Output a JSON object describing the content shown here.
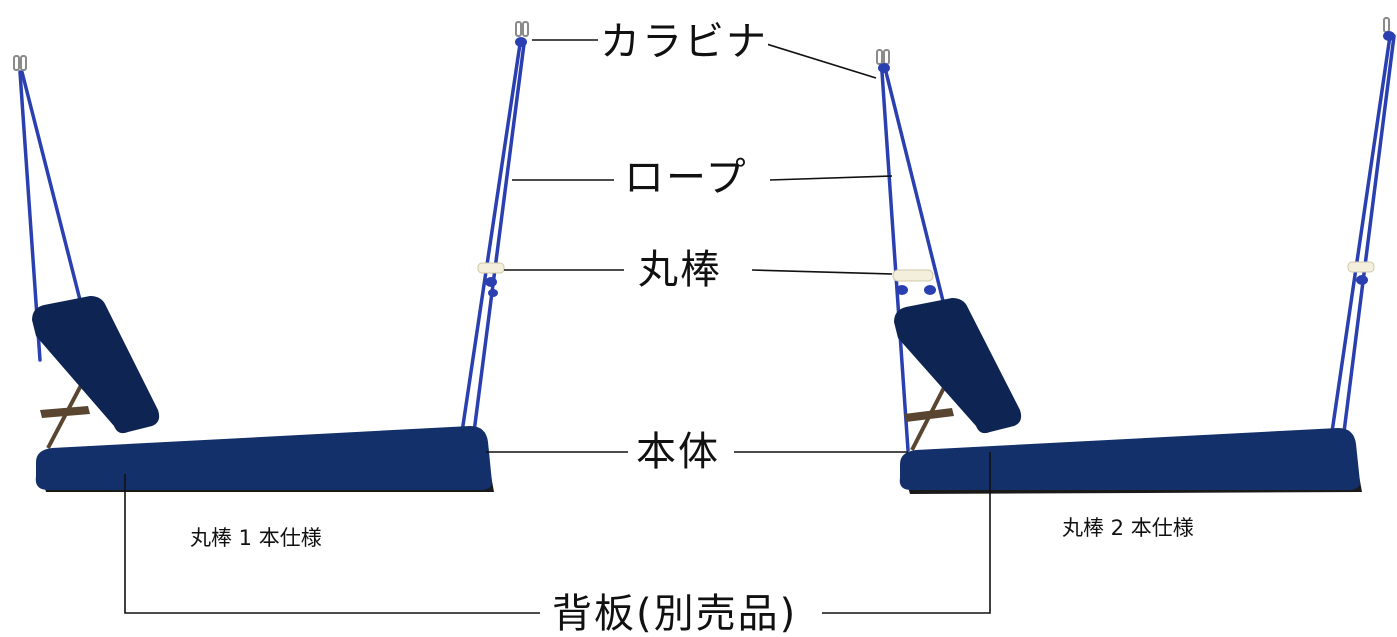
{
  "labels": {
    "carabiner": "カラビナ",
    "rope": "ロープ",
    "round_bar": "丸棒",
    "body": "本体",
    "backboard": "背板(別売品)"
  },
  "captions": {
    "left_variant": "丸棒 1 本仕様",
    "right_variant": "丸棒 2 本仕様"
  },
  "colors": {
    "rope": "#2a3fb0",
    "cushion": "#14306b",
    "cushion_dark": "#0e2452",
    "base_board": "#1a1a1a",
    "bar": "#f4efdc",
    "line": "#111111"
  }
}
